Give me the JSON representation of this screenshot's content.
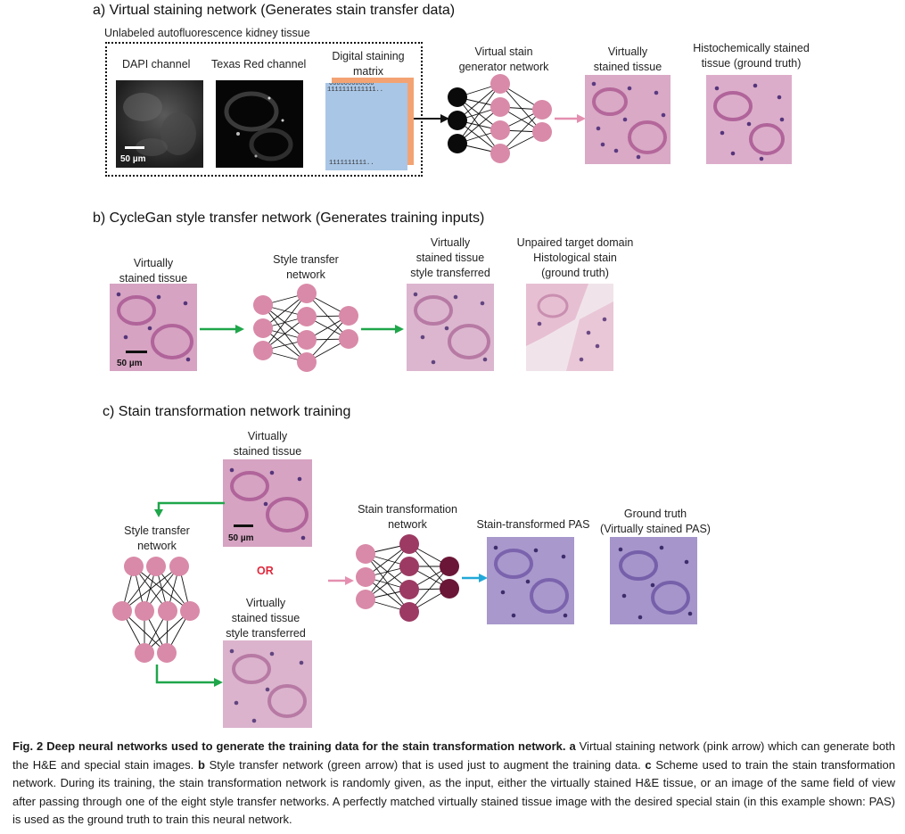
{
  "section_a": {
    "title": "a) Virtual staining network (Generates stain transfer data)",
    "box_label": "Unlabeled autofluorescence kidney tissue",
    "dapi_label": "DAPI channel",
    "texas_label": "Texas Red channel",
    "matrix_label": [
      "Digital staining",
      "matrix"
    ],
    "matrix_top_digits": "000000000000",
    "matrix_mid_digits": "1111111111111..",
    "matrix_bottom_digits": "1111111111..",
    "scale_label": "50 µm",
    "generator_label": [
      "Virtual stain",
      "generator network"
    ],
    "virtual_label": [
      "Virtually",
      "stained tissue"
    ],
    "histo_label": [
      "Histochemically stained",
      "tissue (ground truth)"
    ]
  },
  "section_b": {
    "title": "b) CycleGan style transfer network (Generates training inputs)",
    "input_label": [
      "Virtually",
      "stained tissue"
    ],
    "network_label": [
      "Style transfer",
      "network"
    ],
    "output_label": [
      "Virtually",
      "stained tissue",
      "style transferred"
    ],
    "target_label": [
      "Unpaired target domain",
      "Histological stain",
      "(ground truth)"
    ],
    "scale_label": "50 µm"
  },
  "section_c": {
    "title": "c) Stain transformation network training",
    "input_label": [
      "Virtually",
      "stained tissue"
    ],
    "style_net_label": [
      "Style transfer",
      "network"
    ],
    "or_label": "OR",
    "transferred_label": [
      "Virtually",
      "stained tissue",
      "style transferred"
    ],
    "transform_net_label": [
      "Stain transformation",
      "network"
    ],
    "pas_label": "Stain-transformed PAS",
    "gt_label": [
      "Ground truth",
      "(Virtually stained PAS)"
    ],
    "scale_label": "50 µm"
  },
  "caption": {
    "fig_label": "Fig. 2",
    "bold_title": "Deep neural networks used to generate the training data for the stain transformation network.",
    "a_key": "a",
    "a_text": "Virtual staining network (pink arrow) which can generate both the H&E and special stain images.",
    "b_key": "b",
    "b_text": "Style transfer network (green arrow) that is used just to augment the training data.",
    "c_key": "c",
    "c_text": "Scheme used to train the stain transformation network. During its training, the stain transformation network is randomly given, as the input, either the virtually stained H&E tissue, or an image of the same field of view after passing through one of the eight style transfer networks. A perfectly matched virtually stained tissue image with the desired special stain (in this example shown: PAS) is used as the ground truth to train this neural network."
  },
  "colors": {
    "pink_node": "#d98aa8",
    "black_node": "#0a0a0a",
    "dark_node": "#6b1637",
    "pink_arrow": "#e58fb0",
    "green_arrow": "#1fa64a",
    "blue_arrow": "#21a8d8",
    "he_stain": "#d7a7c4",
    "pas_stain": "#9f8cc8",
    "or_text": "#e0283c"
  }
}
